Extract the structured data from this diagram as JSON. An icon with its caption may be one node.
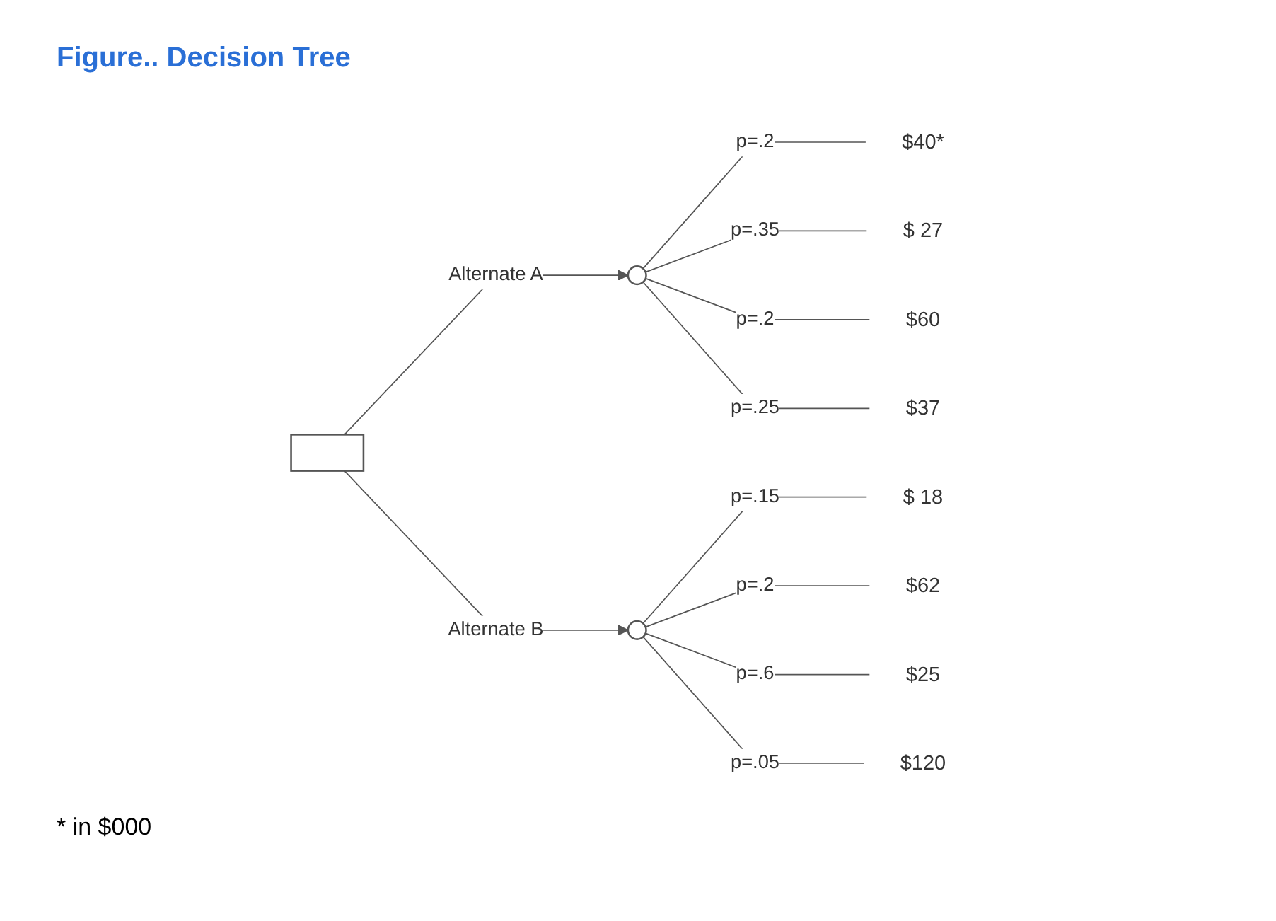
{
  "diagram": {
    "title": "Figure.. Decision Tree",
    "nodes": [
      {
        "text": [],
        "shape": "box"
      },
      {
        "text": [],
        "shape": "circle"
      },
      {
        "text": [],
        "shape": "circle"
      },
      {
        "text": [
          "$40*"
        ]
      },
      {
        "text": [
          "$ 27"
        ]
      },
      {
        "text": [
          "$60"
        ]
      },
      {
        "text": [
          "$37"
        ]
      },
      {
        "text": [
          "$ 18"
        ]
      },
      {
        "text": [
          "$62"
        ]
      },
      {
        "text": [
          "$25"
        ]
      },
      {
        "text": [
          "$120"
        ]
      }
    ],
    "edges": [
      {
        "from": 0,
        "to": 1,
        "arrow": "to",
        "label": "Alternate A"
      },
      {
        "from": 0,
        "to": 2,
        "arrow": "to",
        "label": "Alternate B"
      },
      {
        "from": 1,
        "to": 3,
        "arrow": "none",
        "label": "p=.2"
      },
      {
        "from": 1,
        "to": 4,
        "arrow": "none",
        "label": "p=.35"
      },
      {
        "from": 1,
        "to": 5,
        "arrow": "none",
        "label": "p=.2"
      },
      {
        "from": 1,
        "to": 6,
        "arrow": "none",
        "label": "p=.25"
      },
      {
        "from": 2,
        "to": 7,
        "arrow": "none",
        "label": "p=.15"
      },
      {
        "from": 2,
        "to": 8,
        "arrow": "none",
        "label": "p=.2"
      },
      {
        "from": 2,
        "to": 9,
        "arrow": "none",
        "label": "p=.6"
      },
      {
        "from": 2,
        "to": 10,
        "arrow": "none",
        "label": "p=.05"
      }
    ],
    "labels": [
      "* in $000"
    ]
  }
}
